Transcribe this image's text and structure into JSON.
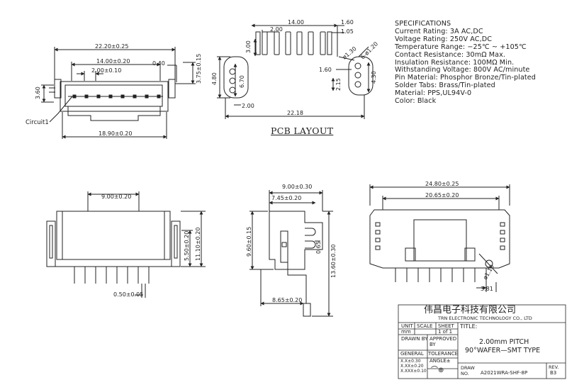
{
  "specifications": {
    "heading": "SPECIFICATIONS",
    "lines": [
      "Current Rating: 3A AC,DC",
      "Voltage Rating: 250V AC,DC",
      "Temperature Range: −25℃ ~ +105℃",
      "Contact Resistance: 30mΩ Max.",
      "Insulation Resistance: 100MΩ Min.",
      "Withstanding Voltage: 800V AC/minute",
      "Pin Material: Phosphor Bronze/Tin-plated",
      "Solder Tabs: Brass/Tin-plated",
      "Material: PPS,UL94V-0",
      "Color: Black"
    ]
  },
  "pcb_layout": {
    "label": "PCB LAYOUT",
    "dims": [
      "14.00",
      "2.00",
      "1.60",
      "1.05",
      "3.00",
      "4.80",
      "6.70",
      "ø1.30",
      "1.60",
      "6-ø1.20",
      "2.15",
      "4.30",
      "2.00",
      "22.18"
    ]
  },
  "top_view": {
    "dims": [
      "22.20±0.25",
      "14.00±0.20",
      "2.00±0.10",
      "0.40",
      "3.75±0.15",
      "3.60",
      "18.90±0.20"
    ],
    "circuit_label": "Circuit1"
  },
  "front_view": {
    "dims": [
      "9.00±0.20",
      "5.50±0.20",
      "11.10±0.20",
      "0.50±0.05"
    ]
  },
  "side_view": {
    "dims": [
      "9.00±0.30",
      "7.45±0.20",
      "9.60±0.15",
      "0.65",
      "13.60±0.30",
      "8.65±0.20"
    ]
  },
  "rear_view": {
    "dims": [
      "24.80±0.25",
      "20.65±0.20",
      "ø1.10",
      "3.81"
    ]
  },
  "title_block": {
    "company_cn": "伟昌电子科技有限公司",
    "company_en": "TRN ELECTRONIC TECHNOLOGY CO., LTD",
    "unit_label": "UNIT",
    "unit_value": "mm",
    "scale_label": "SCALE",
    "sheet_label": "SHEET",
    "sheet_value": "1 of 1",
    "title_label": "TITLE:",
    "title_line1": "2.00mm PITCH",
    "title_line2": "90°WAFER—SMT TYPE",
    "drawn_by": "DRAWN BY",
    "approved_by": "APPROVED BY",
    "general": "GENERAL",
    "tolerance": "TOLERANCE",
    "tol_lines": [
      "X.X±0.30",
      "X.XX±0.20",
      "X.XXX±0.10"
    ],
    "angle": "ANGLE±",
    "draw_no_label": "DRAW NO.",
    "draw_no": "A2021WRA-SHF-8P",
    "rev_label": "REV.",
    "rev": "B3"
  }
}
